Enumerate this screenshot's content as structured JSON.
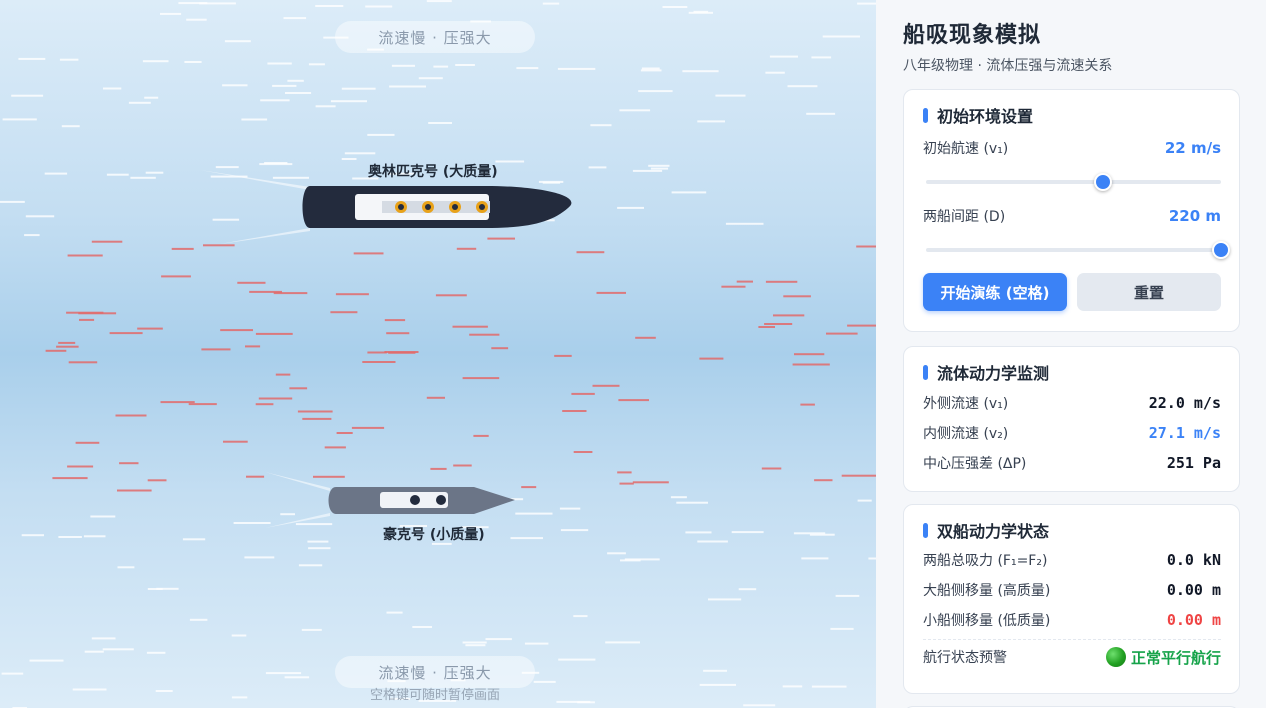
{
  "simulation": {
    "zone_top_label": "流速慢 · 压强大",
    "zone_bottom_label": "流速慢 · 压强大",
    "pause_hint": "空格键可随时暂停画面",
    "big_ship_name": "奥林匹克号 (大质量)",
    "small_ship_name": "豪克号 (小质量)",
    "colors": {
      "big_hull": "#232b3d",
      "small_hull": "#6b7587",
      "porthole_ring": "#e8a21a",
      "flow_line_outer": "#ffffff",
      "flow_line_inner": "#e26a6a"
    }
  },
  "panel": {
    "title": "船吸现象模拟",
    "subtitle": "八年级物理 · 流体压强与流速关系"
  },
  "env_card": {
    "title": "初始环境设置",
    "speed_label": "初始航速 (v₁)",
    "speed_value": "22 m/s",
    "speed_fraction": 0.6,
    "distance_label": "两船间距 (D)",
    "distance_value": "220 m",
    "distance_fraction": 1.0,
    "start_button": "开始演练 (空格)",
    "reset_button": "重置"
  },
  "fluid_card": {
    "title": "流体动力学监测",
    "outer_label": "外侧流速 (v₁)",
    "outer_value": "22.0 m/s",
    "inner_label": "内侧流速 (v₂)",
    "inner_value": "27.1 m/s",
    "pressure_label": "中心压强差 (ΔP)",
    "pressure_value": "251 Pa"
  },
  "ship_card": {
    "title": "双船动力学状态",
    "force_label": "两船总吸力 (F₁=F₂)",
    "force_value": "0.0 kN",
    "big_shift_label": "大船侧移量 (高质量)",
    "big_shift_value": "0.00 m",
    "small_shift_label": "小船侧移量 (低质量)",
    "small_shift_value": "0.00 m",
    "status_label": "航行状态预警",
    "status_value": "正常平行航行",
    "status_color": "#16a34a"
  },
  "accent_color": "#3b82f6"
}
